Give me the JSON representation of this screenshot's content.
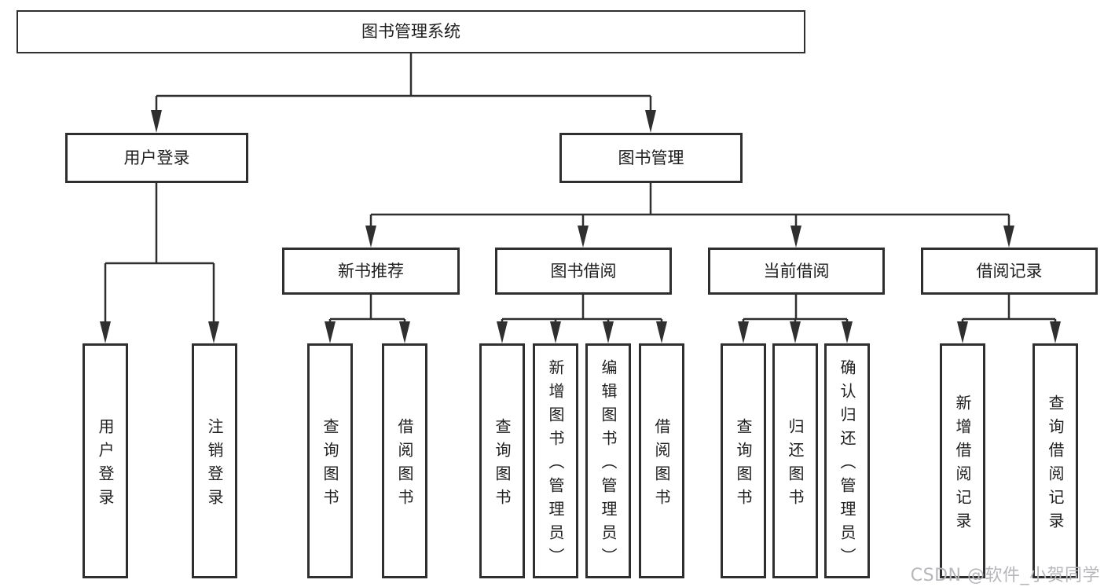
{
  "diagram": {
    "root": "图书管理系统",
    "level2": [
      "用户登录",
      "图书管理"
    ],
    "level3": [
      "新书推荐",
      "图书借阅",
      "当前借阅",
      "借阅记录"
    ],
    "leafGroups": [
      {
        "parent": "用户登录",
        "items": [
          "用户登录",
          "注销登录"
        ]
      },
      {
        "parent": "新书推荐",
        "items": [
          "查询图书",
          "借阅图书"
        ]
      },
      {
        "parent": "图书借阅",
        "items": [
          "查询图书",
          "新增图书（管理员）",
          "编辑图书（管理员）",
          "借阅图书"
        ]
      },
      {
        "parent": "当前借阅",
        "items": [
          "查询图书",
          "归还图书",
          "确认归还（管理员）"
        ]
      },
      {
        "parent": "借阅记录",
        "items": [
          "新增借阅记录",
          "查询借阅记录"
        ]
      }
    ]
  },
  "watermark": {
    "text": "CSDN @软件_小贺同学"
  },
  "colors": {
    "line": "#2f2f2f",
    "text": "#202020",
    "watermark_text": "#b6b6bb",
    "background": "#ffffff"
  }
}
